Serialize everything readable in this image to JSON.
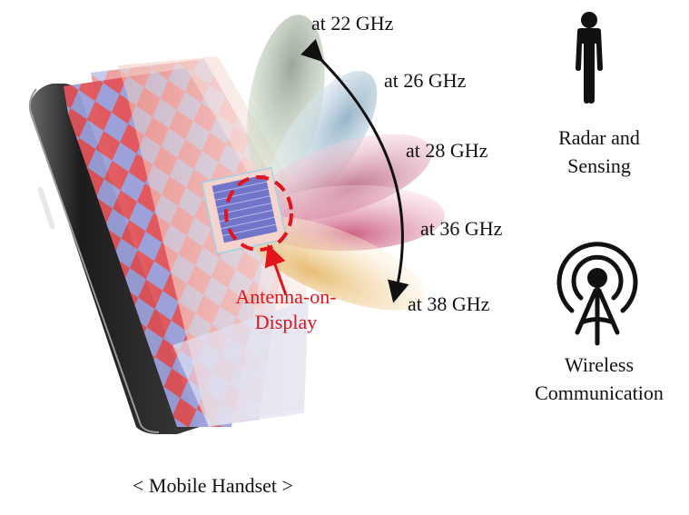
{
  "diagram": {
    "caption": "< Mobile Handset >",
    "antenna_label_line1": "Antenna-on-",
    "antenna_label_line2": "Display",
    "beams": [
      {
        "label": "at 22 GHz",
        "color": "#8f9a8c"
      },
      {
        "label": "at 26 GHz",
        "color": "#8fb0c4"
      },
      {
        "label": "at 28 GHz",
        "color": "#c96a86"
      },
      {
        "label": "at 36 GHz",
        "color": "#c8507a"
      },
      {
        "label": "at 38 GHz",
        "color": "#e6b766"
      }
    ],
    "applications": [
      {
        "icon": "person-icon",
        "line1": "Radar and",
        "line2": "Sensing"
      },
      {
        "icon": "antenna-tower-icon",
        "line1": "Wireless",
        "line2": "Communication"
      }
    ],
    "colors": {
      "annotation_red": "#e3141b",
      "text": "#111111",
      "phone_frame": "#2b2b2b"
    }
  }
}
